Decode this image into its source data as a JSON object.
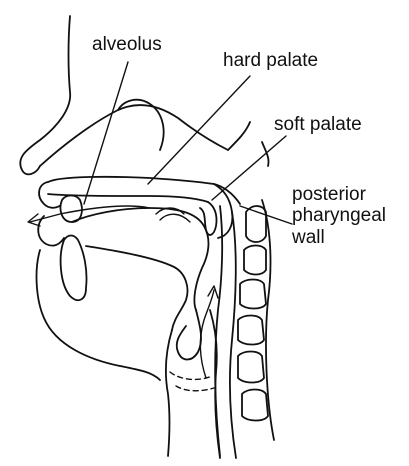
{
  "labels": {
    "alveolus": "alveolus",
    "hard_palate": "hard palate",
    "soft_palate": "soft palate",
    "posterior_pharyngeal_wall": [
      "posterior",
      "pharyngeal",
      "wall"
    ]
  },
  "colors": {
    "line": "#111111",
    "background": "#ffffff"
  }
}
